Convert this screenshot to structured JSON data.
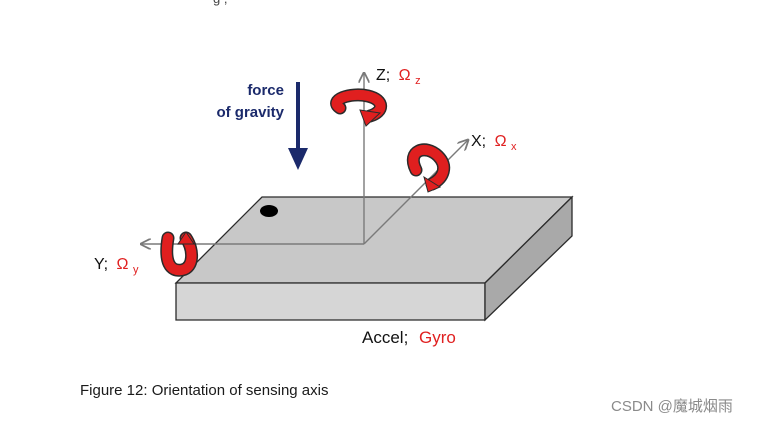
{
  "diagram": {
    "gravity": {
      "line1": "force",
      "line2": "of gravity",
      "color": "#1b2a6b"
    },
    "axes": {
      "z": {
        "name": "Z;",
        "omega": "Ω",
        "sub": "z"
      },
      "x": {
        "name": "X;",
        "omega": "Ω",
        "sub": "x"
      },
      "y": {
        "name": "Y;",
        "omega": "Ω",
        "sub": "y"
      }
    },
    "sensor_label": {
      "accel": "Accel;",
      "gyro": "Gyro"
    },
    "colors": {
      "rotation": "#e01f1f",
      "omega_text": "#e02020",
      "board_top": "#c8c8c8",
      "board_front": "#d6d6d6",
      "board_side": "#a9a9a9",
      "edge": "#2b2b2b",
      "axis": "#7a7a7a"
    }
  },
  "caption": "Figure 12: Orientation of sensing axis",
  "watermark": "CSDN @魔城烟雨",
  "top_clipped_text": "g                                        ,"
}
